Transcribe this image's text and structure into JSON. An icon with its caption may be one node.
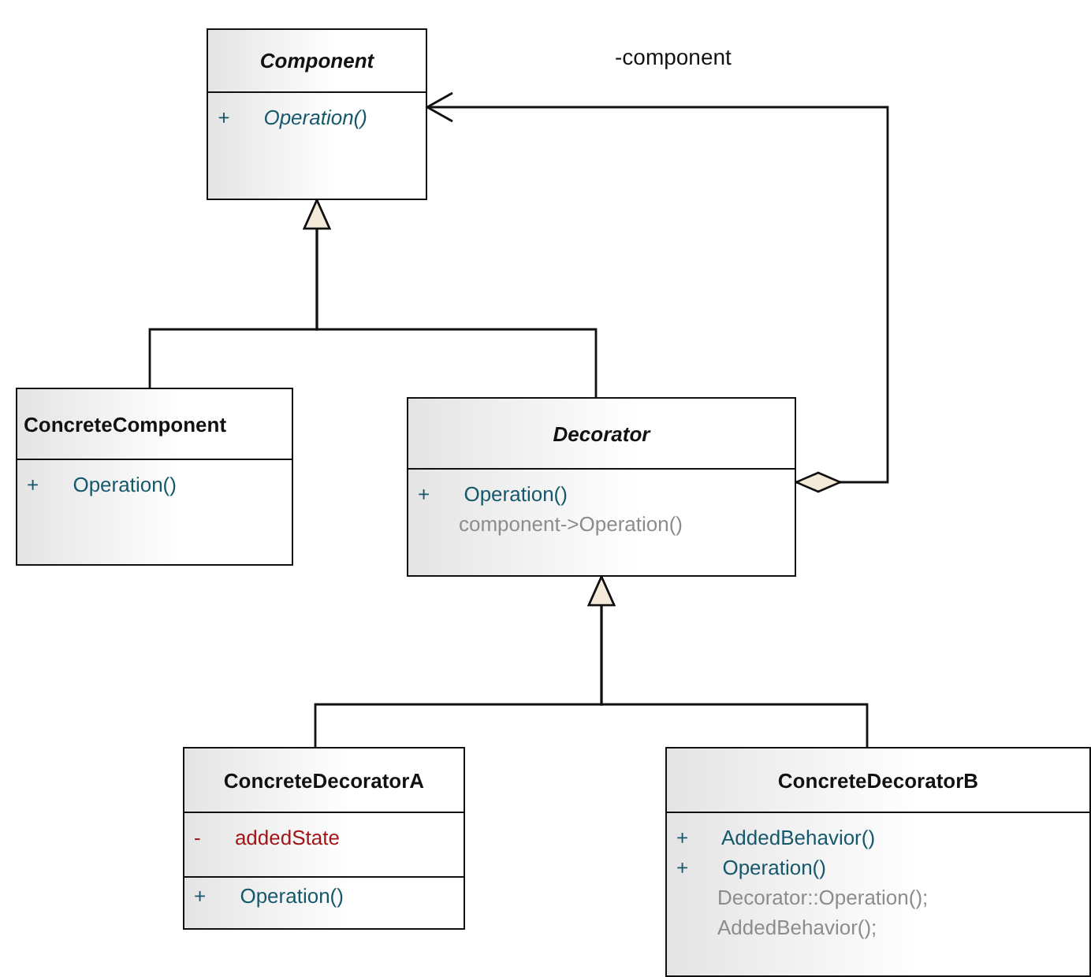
{
  "diagram": {
    "nodes": [
      {
        "text": [
          "Component",
          "+ Operation()"
        ]
      },
      {
        "text": [
          "ConcreteComponent",
          "+ Operation()"
        ]
      },
      {
        "text": [
          "Decorator",
          "+ Operation()",
          "component->Operation()"
        ]
      },
      {
        "text": [
          "ConcreteDecoratorA",
          "- addedState",
          "+ Operation()"
        ]
      },
      {
        "text": [
          "ConcreteDecoratorB",
          "+ AddedBehavior()",
          "+ Operation()",
          "Decorator::Operation();",
          "AddedBehavior();"
        ]
      }
    ],
    "edges": [
      {
        "from": 1,
        "to": 0,
        "arrow": "to"
      },
      {
        "from": 2,
        "to": 0,
        "arrow": "to"
      },
      {
        "from": 2,
        "to": 0,
        "arrow": "to",
        "label": "-component"
      },
      {
        "from": 3,
        "to": 2,
        "arrow": "to"
      },
      {
        "from": 4,
        "to": 2,
        "arrow": "to"
      }
    ]
  }
}
